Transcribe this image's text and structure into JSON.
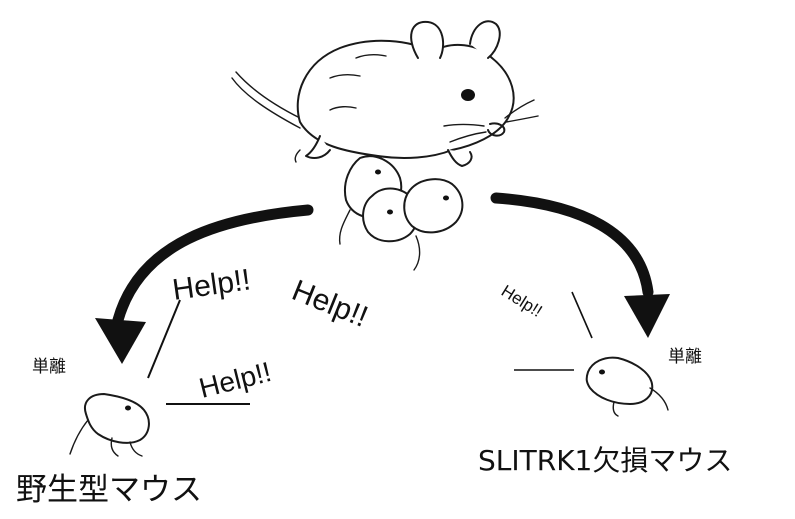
{
  "labels": {
    "separation_left": "単離",
    "separation_right": "単離",
    "wildtype": "野生型マウス",
    "knockout": "SLITRK1欠損マウス"
  },
  "calls": {
    "wildtype": [
      "Help!!",
      "Help!!",
      "Help!!"
    ],
    "knockout": [
      "Help!!"
    ]
  },
  "colors": {
    "ink": "#1a1a1a",
    "background": "#ffffff"
  }
}
